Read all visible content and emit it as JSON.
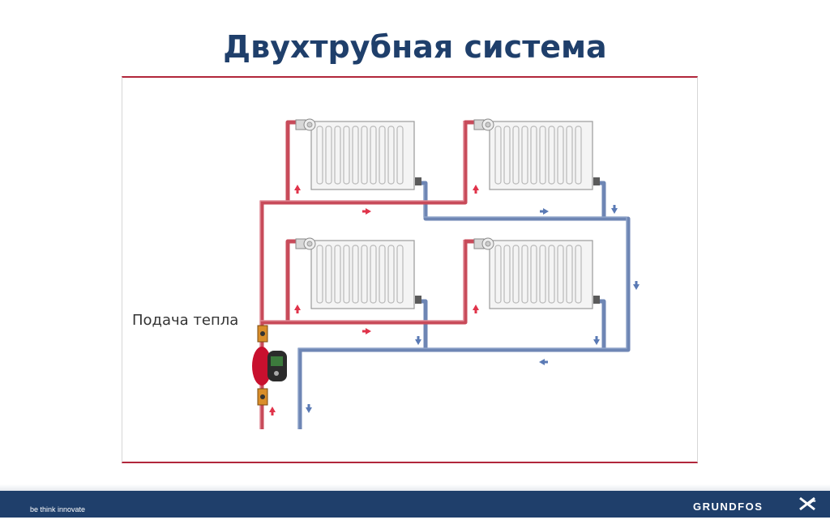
{
  "title": "Двухтрубная система",
  "supply_label": "Подача тепла",
  "footer": {
    "slogan": "be think innovate",
    "brand": "GRUNDFOS",
    "brand_icon": "grundfos-x-icon"
  },
  "colors": {
    "supply": "#c84b5a",
    "return": "#6e86b4",
    "title": "#1f3f6b",
    "footer": "#1f3f6b",
    "frame": "#b1263b"
  },
  "diagram": {
    "radiators": [
      "radiator-top-left",
      "radiator-top-right",
      "radiator-bottom-left",
      "radiator-bottom-right"
    ],
    "flow_arrows": "supply-up, supply-right, return-down, return-left"
  }
}
